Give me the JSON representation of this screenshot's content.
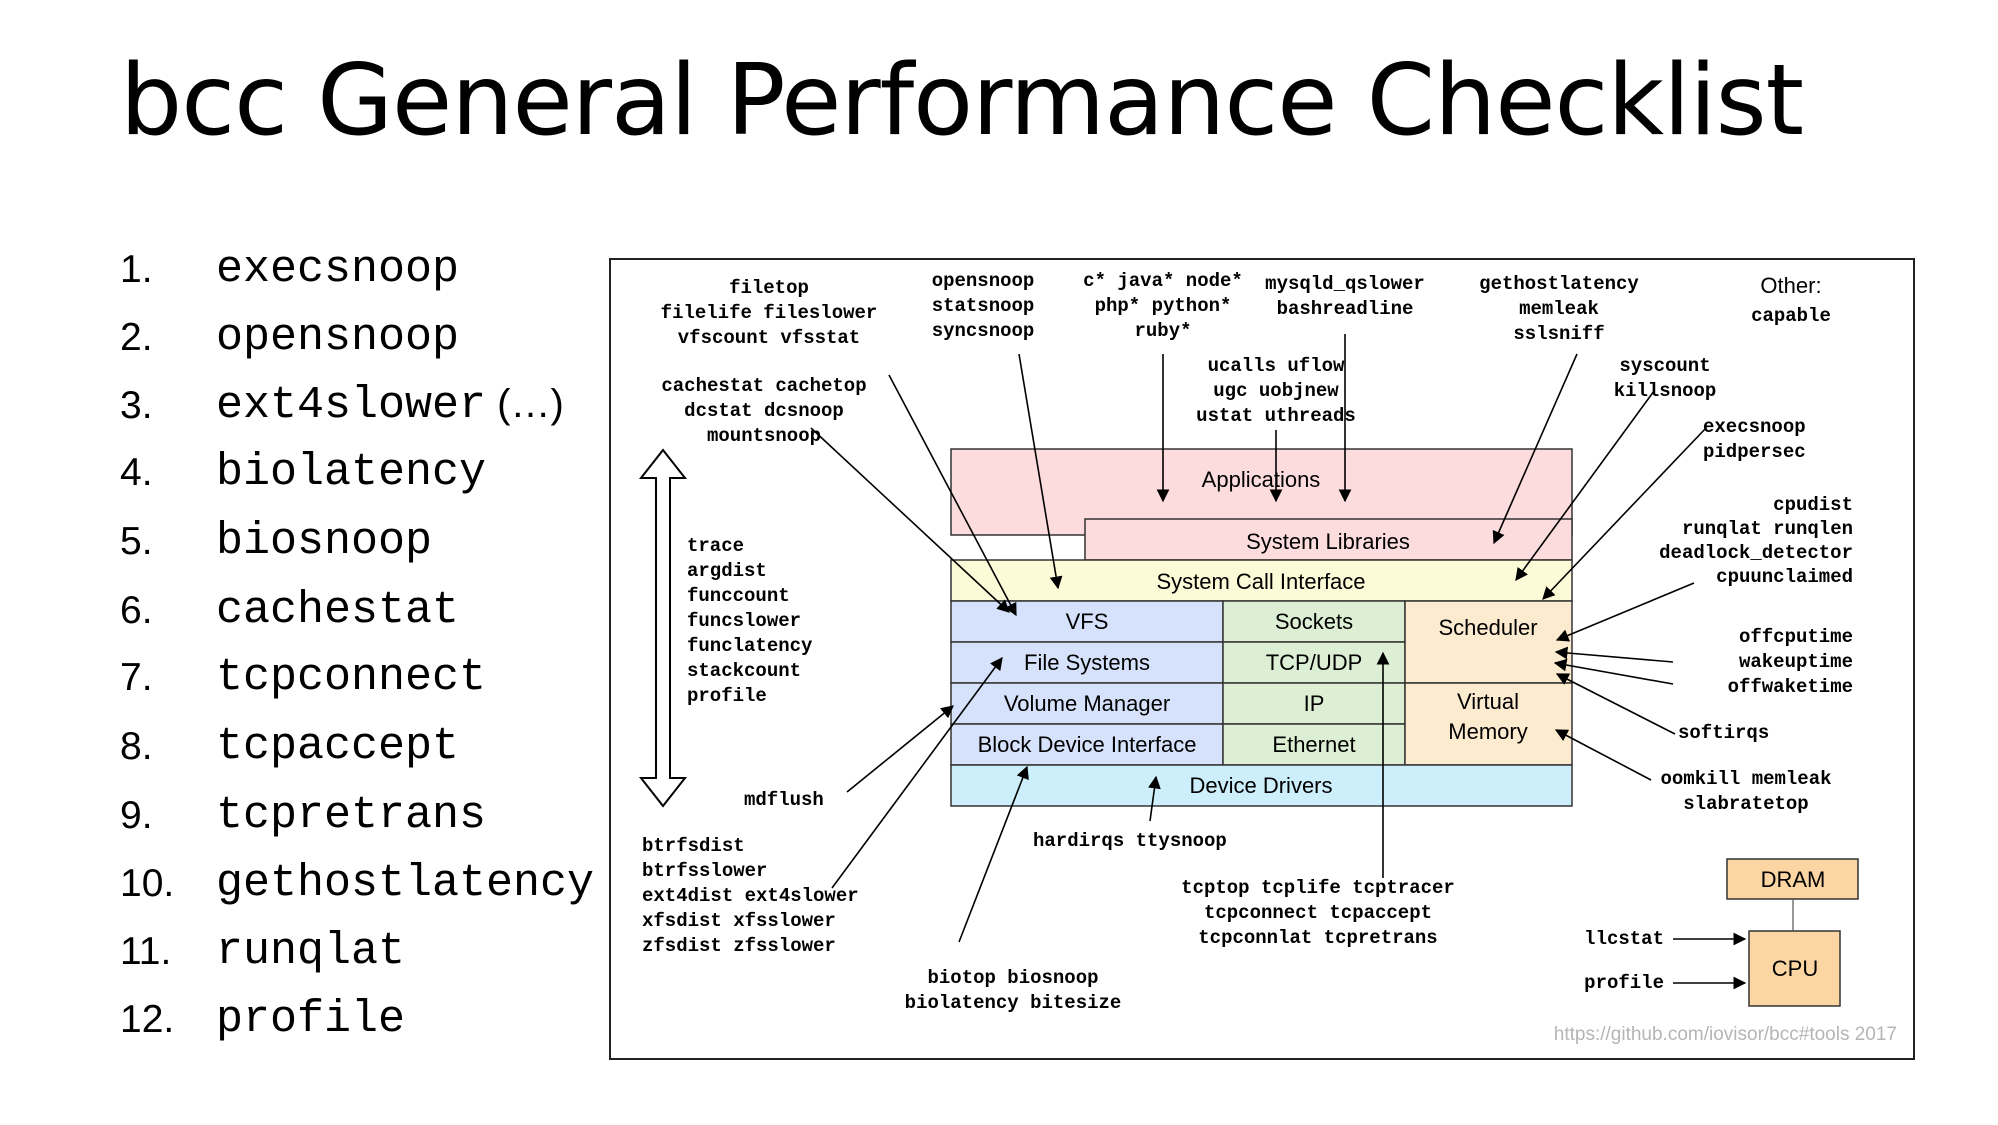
{
  "title": "bcc General Performance Checklist",
  "checklist": [
    {
      "num": "1.",
      "text": "execsnoop",
      "note": ""
    },
    {
      "num": "2.",
      "text": "opensnoop",
      "note": ""
    },
    {
      "num": "3.",
      "text": "ext4slower",
      "note": " (…)"
    },
    {
      "num": "4.",
      "text": "biolatency",
      "note": ""
    },
    {
      "num": "5.",
      "text": "biosnoop",
      "note": ""
    },
    {
      "num": "6.",
      "text": "cachestat",
      "note": ""
    },
    {
      "num": "7.",
      "text": "tcpconnect",
      "note": ""
    },
    {
      "num": "8.",
      "text": "tcpaccept",
      "note": ""
    },
    {
      "num": "9.",
      "text": "tcpretrans",
      "note": ""
    },
    {
      "num": "10.",
      "text": "gethostlatency",
      "note": ""
    },
    {
      "num": "11.",
      "text": "runqlat",
      "note": ""
    },
    {
      "num": "12.",
      "text": "profile",
      "note": ""
    }
  ],
  "diagram": {
    "layers": {
      "applications": "Applications",
      "system_libraries": "System Libraries",
      "system_call_interface": "System Call Interface",
      "vfs": "VFS",
      "file_systems": "File Systems",
      "volume_manager": "Volume Manager",
      "block_device_interface": "Block Device Interface",
      "sockets": "Sockets",
      "tcp_udp": "TCP/UDP",
      "ip": "IP",
      "ethernet": "Ethernet",
      "scheduler": "Scheduler",
      "virtual_memory": [
        "Virtual",
        "Memory"
      ],
      "device_drivers": "Device Drivers",
      "dram": "DRAM",
      "cpu": "CPU"
    },
    "colors": {
      "applications": "#fcdcdc",
      "system_call_interface": "#fdfad8",
      "fs_stack": "#d6e2fb",
      "net_stack": "#dcefd4",
      "sched_vm": "#fdebcf",
      "device_drivers": "#cdeefb",
      "dram_cpu": "#fbd6a3"
    },
    "tool_groups": {
      "filetop": [
        "filetop",
        "filelife fileslower",
        "vfscount vfsstat"
      ],
      "opensnoop": [
        "opensnoop",
        "statsnoop",
        "syncsnoop"
      ],
      "languages": [
        "c* java* node*",
        "php* python*",
        "ruby*"
      ],
      "mysqld": [
        "mysqld_qslower",
        "bashreadline"
      ],
      "gethost": [
        "gethostlatency",
        "memleak",
        "sslsniff"
      ],
      "other": [
        "Other:",
        "capable"
      ],
      "cachestat": [
        "cachestat cachetop",
        "dcstat dcsnoop",
        "mountsnoop"
      ],
      "ucalls": [
        "ucalls uflow",
        "ugc uobjnew",
        "ustat uthreads"
      ],
      "syscount": [
        "syscount",
        "killsnoop"
      ],
      "execsnoop": [
        "execsnoop",
        "pidpersec"
      ],
      "cpudist": [
        "cpudist",
        "runqlat runqlen",
        "deadlock_detector",
        "cpuunclaimed"
      ],
      "trace": [
        "trace",
        "argdist",
        "funccount",
        "funcslower",
        "funclatency",
        "stackcount",
        "profile"
      ],
      "offcpu": [
        "offcputime",
        "wakeuptime",
        "offwaketime"
      ],
      "softirqs": [
        "softirqs"
      ],
      "oomkill": [
        "oomkill memleak",
        "slabratetop"
      ],
      "mdflush": [
        "mdflush"
      ],
      "hardirqs": [
        "hardirqs ttysnoop"
      ],
      "btrfs": [
        "btrfsdist",
        "btrfsslower",
        "ext4dist ext4slower",
        "xfsdist xfsslower",
        "zfsdist zfsslower"
      ],
      "tcptop": [
        "tcptop tcplife tcptracer",
        "tcpconnect tcpaccept",
        "tcpconnlat tcpretrans"
      ],
      "biotop": [
        "biotop biosnoop",
        "biolatency bitesize"
      ],
      "llcstat": [
        "llcstat"
      ],
      "profile_hw": [
        "profile"
      ]
    },
    "credit": "https://github.com/iovisor/bcc#tools 2017"
  }
}
